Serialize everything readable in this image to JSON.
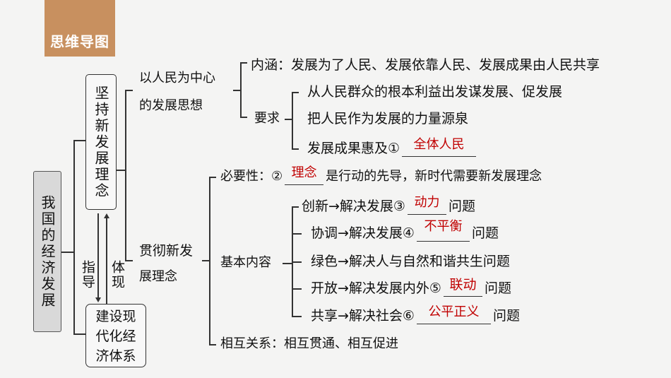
{
  "header": {
    "title": "思维导图"
  },
  "root": {
    "label": "我国的经济发展"
  },
  "box1": {
    "label": "坚持新发展理念"
  },
  "box2": {
    "lines": [
      "建设现",
      "代化经",
      "济体系"
    ]
  },
  "relations": {
    "down": "指导",
    "up": "体现"
  },
  "branch1": {
    "title_lines": [
      "以人民为中心",
      "的发展思想"
    ],
    "connotation": "内涵：发展为了人民、发展依靠人民、发展成果由人民共享",
    "requirements_label": "要求",
    "requirements": [
      "从人民群众的根本利益出发谋发展、促发展",
      "把人民作为发展的力量源泉"
    ],
    "req3": {
      "prefix": "发展成果惠及①",
      "answer": "全体人民"
    }
  },
  "branch2": {
    "title_lines": [
      "贯彻新发",
      "展理念"
    ],
    "necessity": {
      "prefix": "必要性：②",
      "answer": "理念",
      "suffix": "是行动的先导，新时代需要新发展理念"
    },
    "basic_label": "基本内容",
    "basic": [
      {
        "prefix": "创新→解决发展③",
        "answer": "动力",
        "suffix": "问题"
      },
      {
        "prefix": "协调→解决发展④",
        "answer": "不平衡",
        "suffix": "问题"
      },
      {
        "prefix": "绿色→解决人与自然和谐共生问题",
        "answer": null,
        "suffix": ""
      },
      {
        "prefix": "开放→解决发展内外⑤",
        "answer": "联动",
        "suffix": "问题"
      },
      {
        "prefix": "共享→解决社会⑥",
        "answer": "公平正义",
        "suffix": "问题"
      }
    ],
    "relation": "相互关系：相互贯通、相互促进"
  }
}
